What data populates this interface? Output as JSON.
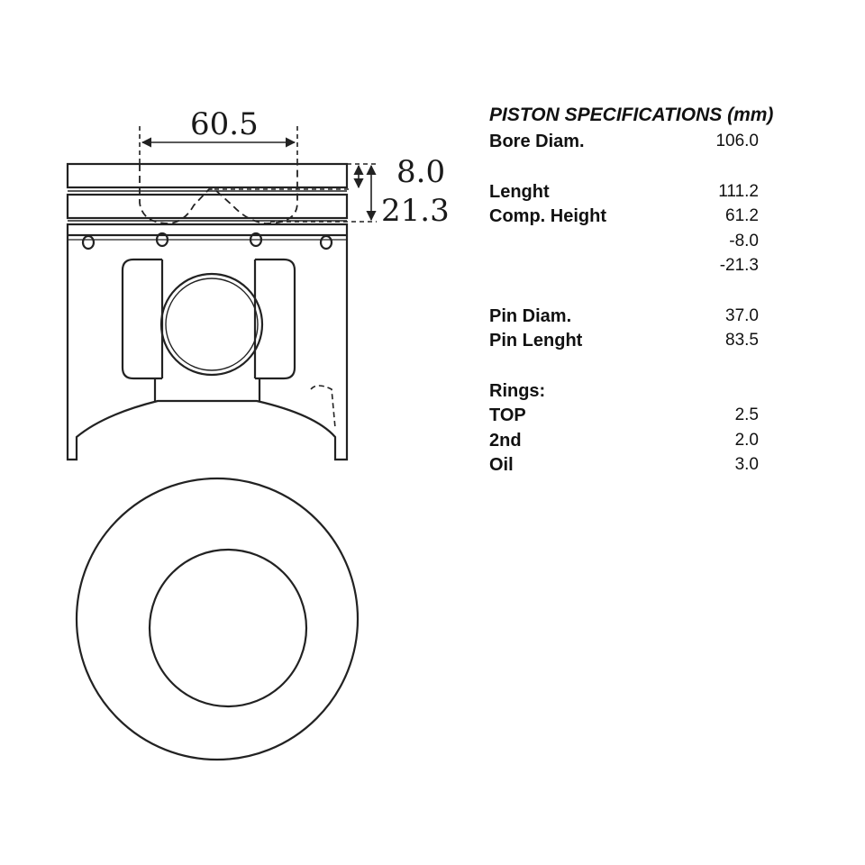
{
  "drawing": {
    "dimensions": {
      "crown_width": "60.5",
      "top_land": "8.0",
      "ring_zone": "21.3"
    }
  },
  "specs": {
    "title": "PISTON SPECIFICATIONS (mm)",
    "groups": [
      [
        {
          "label": "Bore Diam.",
          "value": "106.0"
        }
      ],
      [
        {
          "label": "Lenght",
          "value": "111.2"
        },
        {
          "label": "Comp. Height",
          "value": "61.2"
        },
        {
          "label": "",
          "value": "-8.0"
        },
        {
          "label": "",
          "value": "-21.3"
        }
      ],
      [
        {
          "label": "Pin Diam.",
          "value": "37.0"
        },
        {
          "label": "Pin Lenght",
          "value": "83.5"
        }
      ],
      [
        {
          "label": "Rings:",
          "value": ""
        },
        {
          "label": "TOP",
          "value": "2.5"
        },
        {
          "label": "2nd",
          "value": "2.0"
        },
        {
          "label": "Oil",
          "value": "3.0"
        }
      ]
    ]
  }
}
